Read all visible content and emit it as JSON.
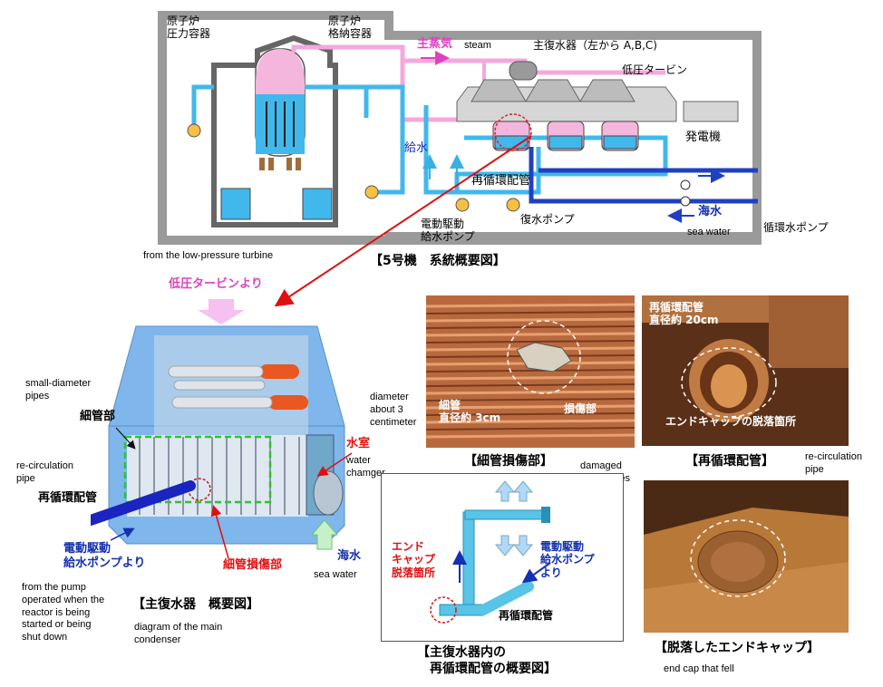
{
  "system": {
    "rpv_label": "原子炉\n圧力容器",
    "containment_label": "原子炉\n格納容器",
    "main_steam_jp": "主蒸気",
    "main_steam_en": "steam",
    "main_condenser_label": "主復水器（左から A,B,C)",
    "lp_turbine_label": "低圧タービン",
    "generator_label": "発電機",
    "feedwater_label": "給水",
    "recirc_pipe_label": "再循環配管",
    "motor_pump_label": "電動駆動\n給水ポンプ",
    "condensate_pump_label": "復水ポンプ",
    "seawater_jp": "海水",
    "seawater_en": "sea water",
    "circ_pump_label": "循環水ポンプ",
    "title": "【5号機　系統概要図】"
  },
  "condenser": {
    "from_lp_en": "from the low-pressure turbine",
    "from_lp_jp": "低圧タービンより",
    "small_pipes_en": "small-diameter\npipes",
    "small_pipes_jp": "細管部",
    "recirc_en": "re-circulation\npipe",
    "recirc_jp": "再循環配管",
    "water_chamber_jp": "水室",
    "water_chamber_en": "water\nchamger",
    "diameter_en": "diameter\nabout 3\ncentimeter",
    "from_pump_jp": "電動駆動\n給水ポンプより",
    "damage_jp": "細管損傷部",
    "seawater_jp": "海水",
    "seawater_en": "sea water",
    "from_pump_en": "from the pump\noperated when the\nreactor is being\nstarted or being\nshut down",
    "title_jp": "【主復水器　概要図】",
    "title_en": "diagram of the main\ncondenser"
  },
  "photos": {
    "tubes_label1": "細管\n直径約 3cm",
    "tubes_label2": "損傷部",
    "tubes_caption": "【細管損傷部】",
    "tubes_caption_en": "damaged\nsmall pipes",
    "recirc_label1": "再循環配管\n直径約 20cm",
    "recirc_label2": "エンドキャップの脱落箇所",
    "recirc_caption": "【再循環配管】",
    "recirc_caption_en": "re-circulation\npipe",
    "endcap_caption": "【脱落したエンドキャップ】",
    "endcap_caption_en": "end cap that fell"
  },
  "inner_diagram": {
    "endcap_label": "エンド\nキャップ\n脱落箇所",
    "from_pump_label": "電動駆動\n給水ポンプ\nより",
    "recirc_label": "再循環配管",
    "title": "【主復水器内の\n　再循環配管の概要図】"
  },
  "colors": {
    "steam_pipe": "#f0a0d8",
    "water_pipe": "#38b8e8",
    "sea_pipe": "#2040c0",
    "condenser_blue": "#7fb6ec",
    "copper": "#c87848"
  }
}
